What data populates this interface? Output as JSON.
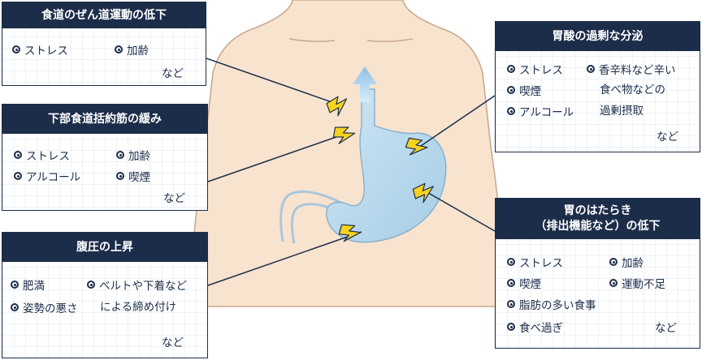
{
  "boxes": {
    "esophagus": {
      "title": "食道のぜん道運動の低下",
      "items": [
        "ストレス",
        "加齢"
      ],
      "etc": "など"
    },
    "sphincter": {
      "title": "下部食道括約筋の緩み",
      "items": [
        "ストレス",
        "加齢",
        "アルコール",
        "喫煙"
      ],
      "etc": "など"
    },
    "abdominal": {
      "title": "腹圧の上昇",
      "items": [
        "肥満",
        "ベルトや下着など",
        "姿勢の悪さ"
      ],
      "continuation": "による締め付け",
      "etc": "など"
    },
    "acid": {
      "title": "胃酸の過剰な分泌",
      "items": [
        "ストレス",
        "香辛料など辛い",
        "喫煙",
        "アルコール"
      ],
      "continuation_1": "食べ物などの",
      "continuation_2": "過剰摂取",
      "etc": "など"
    },
    "function": {
      "title_line1": "胃のはたらき",
      "title_line2": "（排出機能など）の低下",
      "items": [
        "ストレス",
        "加齢",
        "喫煙",
        "運動不足",
        "脂肪の多い食事",
        "食べ過ぎ"
      ],
      "etc": "など"
    }
  },
  "colors": {
    "navy": "#1c2d4a",
    "skin": "#f8e3cf",
    "skin_outline": "#c9a98e",
    "stomach": "#b3d6eb",
    "lightning": "#f5d31e",
    "arrow": "#9cc7e6"
  }
}
